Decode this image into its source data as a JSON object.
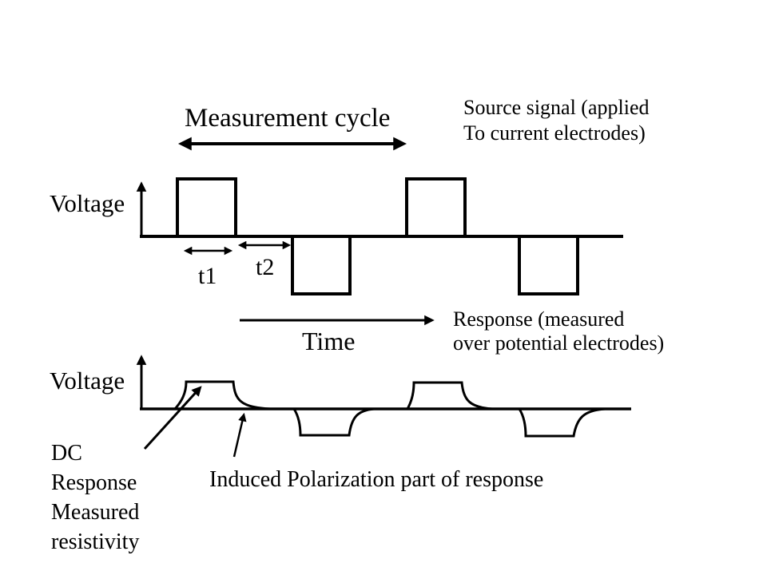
{
  "colors": {
    "background": "#ffffff",
    "ink": "#000000"
  },
  "header": {
    "title": "Measurement cycle",
    "source_note": {
      "line1": "Source signal (applied",
      "line2": "To current electrodes)"
    }
  },
  "source_plot": {
    "axis_label": "Voltage",
    "t1_label": "t1",
    "t2_label": "t2"
  },
  "response_plot": {
    "axis_label": "Voltage",
    "time_label": "Time",
    "note": {
      "line1": "Response (measured",
      "line2": "over potential electrodes)"
    }
  },
  "annotations": {
    "dc": {
      "line1": "DC",
      "line2": "Response",
      "line3": "Measured",
      "line4": "resistivity"
    },
    "ip": "Induced Polarization part of response"
  }
}
